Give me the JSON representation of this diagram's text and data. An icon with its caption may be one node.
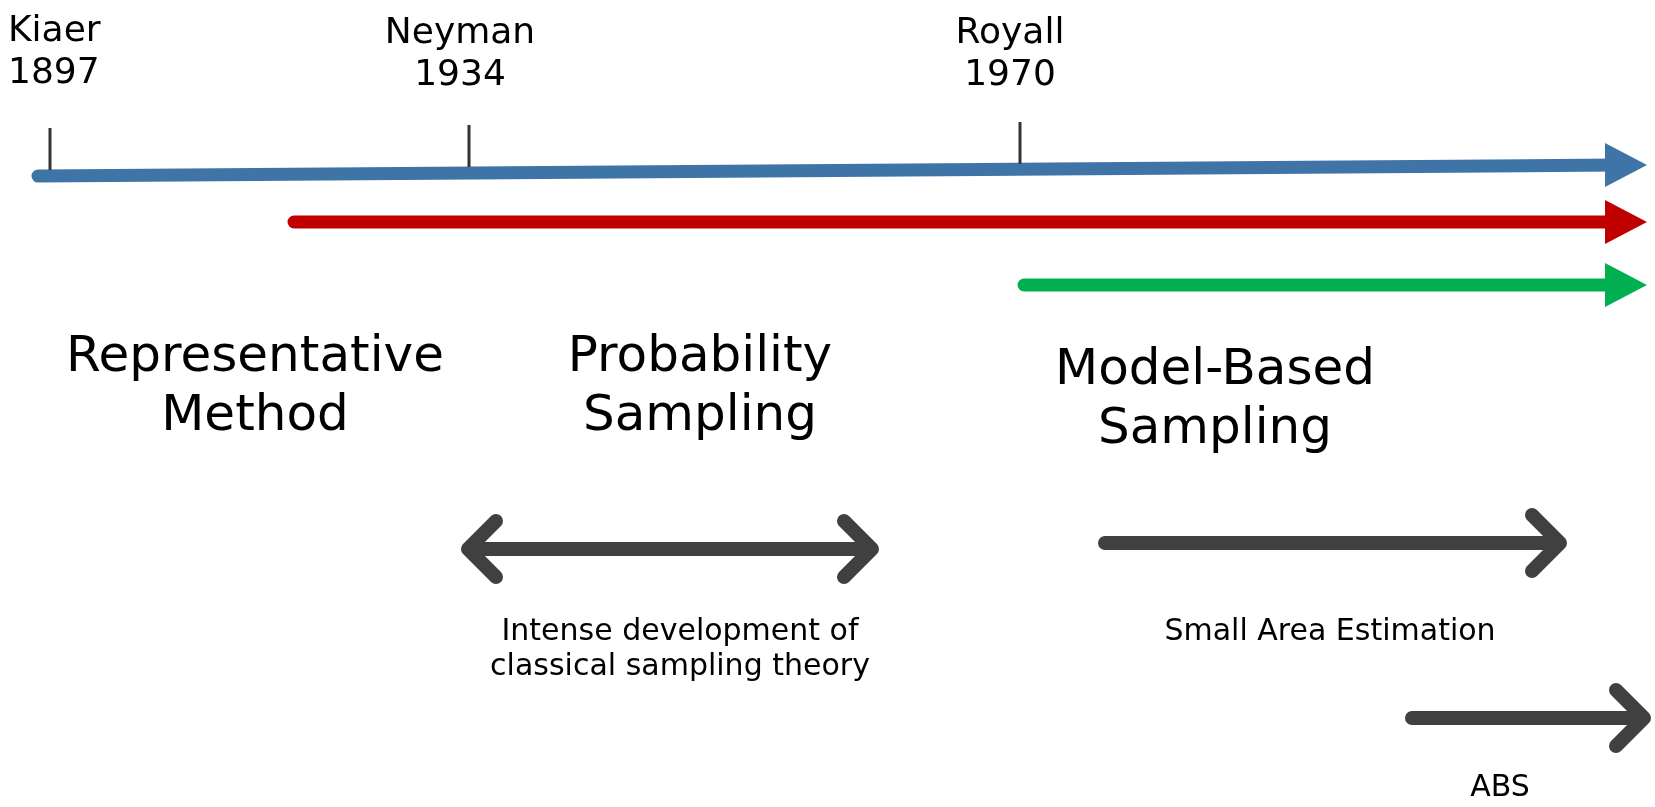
{
  "diagram": {
    "labels": [
      "Kiaer 1897",
      "Neyman 1934",
      "Royall 1970",
      "Representative Method",
      "Probability Sampling",
      "Model-Based Sampling",
      "Intense development of classical sampling theory",
      "Small Area Estimation",
      "ABS"
    ]
  }
}
